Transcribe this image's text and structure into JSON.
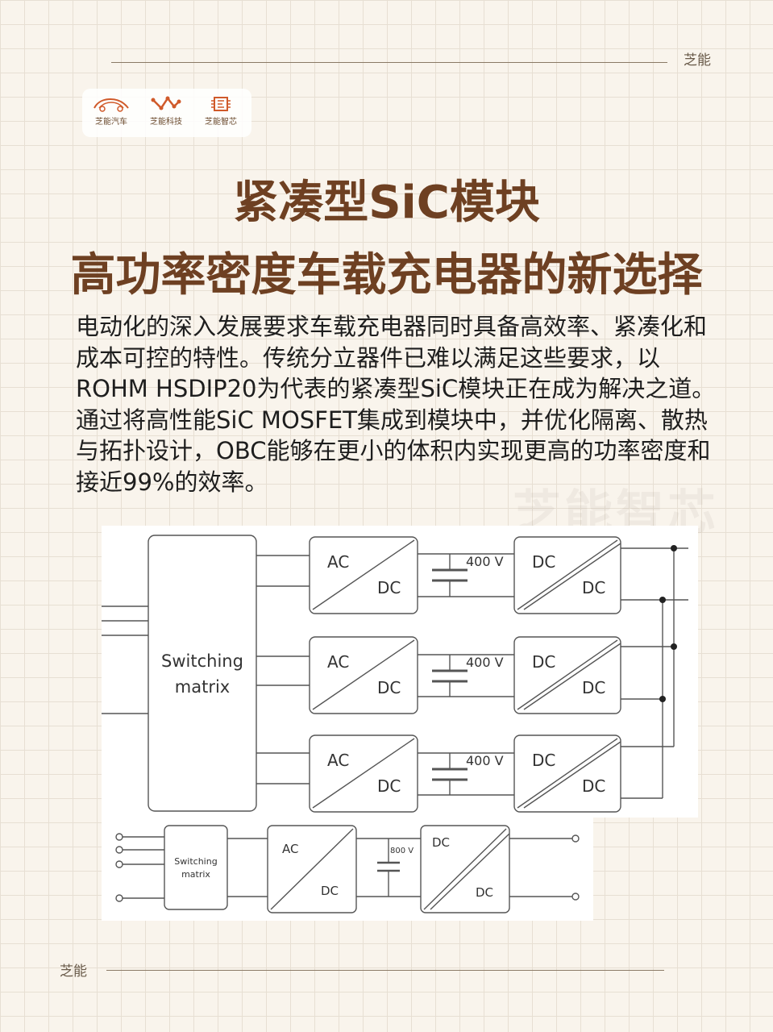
{
  "header": {
    "brand": "芝能"
  },
  "footer": {
    "brand": "芝能"
  },
  "logos": [
    {
      "label": "芝能汽车",
      "icon": "car-icon"
    },
    {
      "label": "芝能科技",
      "icon": "network-icon"
    },
    {
      "label": "芝能智芯",
      "icon": "chip-icon"
    }
  ],
  "title": {
    "line1": "紧凑型SiC模块",
    "line2": "高功率密度车载充电器的新选择"
  },
  "body_text": "电动化的深入发展要求车载充电器同时具备高效率、紧凑化和成本可控的特性。传统分立器件已难以满足这些要求，以ROHM HSDIP20为代表的紧凑型SiC模块正在成为解决之道。通过将高性能SiC MOSFET集成到模块中，并优化隔离、散热与拓扑设计，OBC能够在更小的体积内实现更高的功率密度和接近99%的效率。",
  "watermark": "芝能智芯",
  "diagram_top": {
    "switching_matrix_line1": "Switching",
    "switching_matrix_line2": "matrix",
    "stages": [
      {
        "acdc_in": "AC",
        "acdc_out": "DC",
        "cap_label": "400 V",
        "dcdc_in": "DC",
        "dcdc_out": "DC"
      },
      {
        "acdc_in": "AC",
        "acdc_out": "DC",
        "cap_label": "400 V",
        "dcdc_in": "DC",
        "dcdc_out": "DC"
      },
      {
        "acdc_in": "AC",
        "acdc_out": "DC",
        "cap_label": "400 V",
        "dcdc_in": "DC",
        "dcdc_out": "DC"
      }
    ]
  },
  "diagram_bottom": {
    "switching_matrix_line1": "Switching",
    "switching_matrix_line2": "matrix",
    "acdc_in": "AC",
    "acdc_out": "DC",
    "cap_label": "800 V",
    "dcdc_in": "DC",
    "dcdc_out": "DC"
  }
}
